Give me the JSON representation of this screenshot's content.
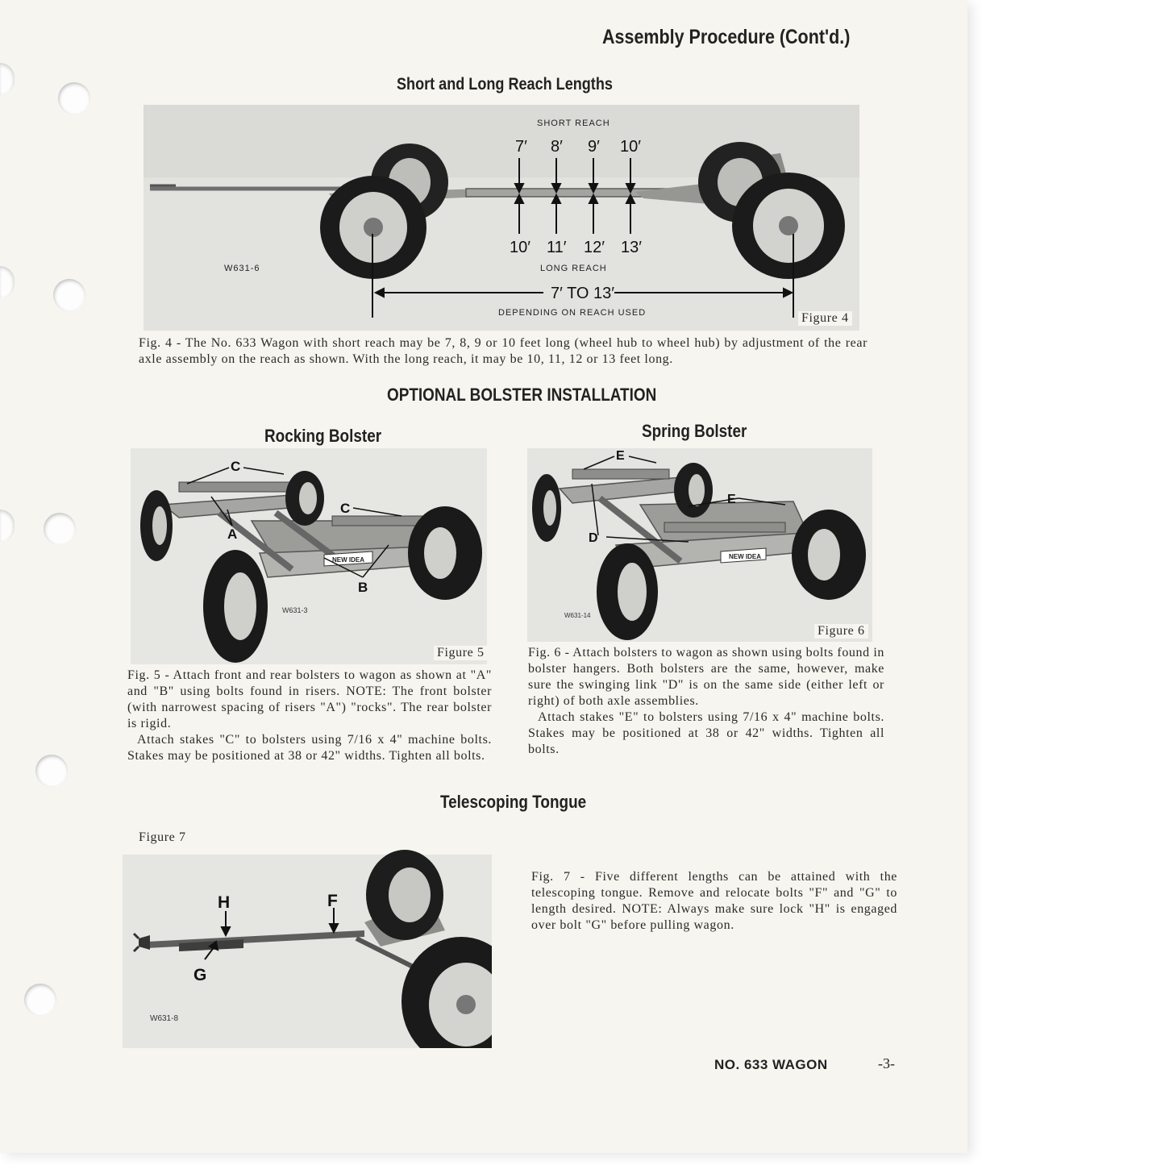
{
  "header": {
    "title": "Assembly Procedure (Cont'd.)"
  },
  "section_reach": {
    "heading": "Short and Long Reach Lengths",
    "diagram": {
      "short_reach_label": "SHORT REACH",
      "short_values": [
        "7′",
        "8′",
        "9′",
        "10′"
      ],
      "long_values": [
        "10′",
        "11′",
        "12′",
        "13′"
      ],
      "long_reach_label": "LONG REACH",
      "range_label": "7′ TO 13′",
      "depending_label": "DEPENDING ON REACH USED",
      "photo_code": "W631-6",
      "figure_label": "Figure 4"
    },
    "caption": "Fig. 4 - The No. 633 Wagon with short reach may be 7, 8, 9 or 10 feet long (wheel hub to wheel hub) by adjustment of the rear axle assembly on the reach as shown. With the long reach, it may be 10, 11, 12 or 13 feet long."
  },
  "section_bolster": {
    "heading": "OPTIONAL BOLSTER INSTALLATION",
    "rocking": {
      "heading": "Rocking Bolster",
      "callouts": {
        "c": "C",
        "a": "A",
        "b": "B"
      },
      "brand": "NEW IDEA",
      "photo_code": "W631-3",
      "figure_label": "Figure 5",
      "caption_1": "Fig. 5 - Attach front and rear bolsters to wagon as shown at \"A\" and \"B\" using bolts found in risers. NOTE: The front bolster (with narrowest spacing of risers \"A\") \"rocks\". The rear bolster is rigid.",
      "caption_2": "Attach stakes \"C\" to bolsters using 7/16 x 4\" machine bolts. Stakes may be positioned at 38 or 42\" widths. Tighten all bolts."
    },
    "spring": {
      "heading": "Spring Bolster",
      "callouts": {
        "e": "E",
        "d": "D"
      },
      "brand": "NEW IDEA",
      "photo_code": "W631-14",
      "figure_label": "Figure 6",
      "caption_1": "Fig. 6 - Attach bolsters to wagon as shown using bolts found in bolster hangers. Both bolsters are the same, however, make sure the swinging link \"D\" is on the same side (either left or right) of both axle assemblies.",
      "caption_2": "Attach stakes \"E\" to bolsters using 7/16 x 4\" machine bolts. Stakes may be positioned at 38 or 42\" widths. Tighten all bolts."
    }
  },
  "section_tongue": {
    "heading": "Telescoping Tongue",
    "figure_label": "Figure 7",
    "callouts": {
      "h": "H",
      "f": "F",
      "g": "G"
    },
    "photo_code": "W631-8",
    "caption": "Fig. 7 - Five different lengths can be attained with the telescoping tongue. Remove and relocate bolts \"F\" and \"G\" to length desired. NOTE: Always make sure lock \"H\" is engaged over bolt \"G\" before pulling wagon."
  },
  "footer": {
    "model": "NO. 633 WAGON",
    "page": "-3-"
  }
}
